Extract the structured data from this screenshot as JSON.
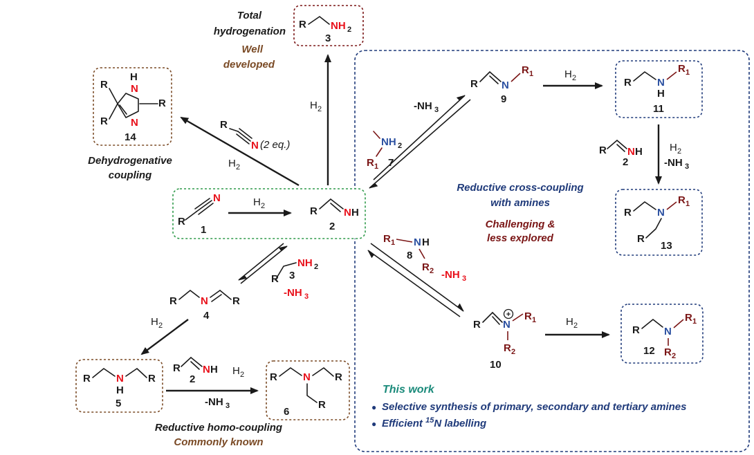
{
  "colors": {
    "black": "#1a1a1a",
    "red_N": "#e8101a",
    "blue_N": "#2a4fa0",
    "dark_red": "#7a1515",
    "brown": "#7a4a25",
    "navy": "#1f3a7a",
    "teal": "#1a8a7a",
    "green_box": "#2f9a4a"
  },
  "compounds": {
    "c1": {
      "label": "1"
    },
    "c2": {
      "label": "2"
    },
    "c3": {
      "label": "3"
    },
    "c4": {
      "label": "4"
    },
    "c5": {
      "label": "5"
    },
    "c6": {
      "label": "6"
    },
    "c7": {
      "label": "7"
    },
    "c8": {
      "label": "8"
    },
    "c9": {
      "label": "9"
    },
    "c10": {
      "label": "10"
    },
    "c11": {
      "label": "11"
    },
    "c12": {
      "label": "12"
    },
    "c13": {
      "label": "13"
    },
    "c14": {
      "label": "14"
    }
  },
  "atoms": {
    "R": "R",
    "N": "N",
    "NH": "NH",
    "H": "H",
    "NH2": "NH",
    "sub2": "2",
    "R1": "R",
    "R2": "R",
    "sub1": "1",
    "NH3_neg": "-NH",
    "sub3": "3",
    "plus": "+"
  },
  "reagents": {
    "h2": "H",
    "h2_sub": "2",
    "two_eq": "(2 eq.)"
  },
  "captions": {
    "total_hydrogenation_1": "Total",
    "total_hydrogenation_2": "hydrogenation",
    "well_developed_1": "Well",
    "well_developed_2": "developed",
    "dehydro_1": "Dehydrogenative",
    "dehydro_2": "coupling",
    "cross_coupling_1": "Reductive cross-coupling",
    "cross_coupling_2": "with amines",
    "challenging_1": "Challenging &",
    "challenging_2": "less explored",
    "homo_coupling": "Reductive homo-coupling",
    "commonly_known": "Commonly known",
    "this_work": "This work",
    "bullet_1": "Selective synthesis of primary, secondary and tertiary amines",
    "bullet_2_pre": "Efficient ",
    "bullet_2_sup": "15",
    "bullet_2_post": "N labelling",
    "bullet": "●"
  }
}
